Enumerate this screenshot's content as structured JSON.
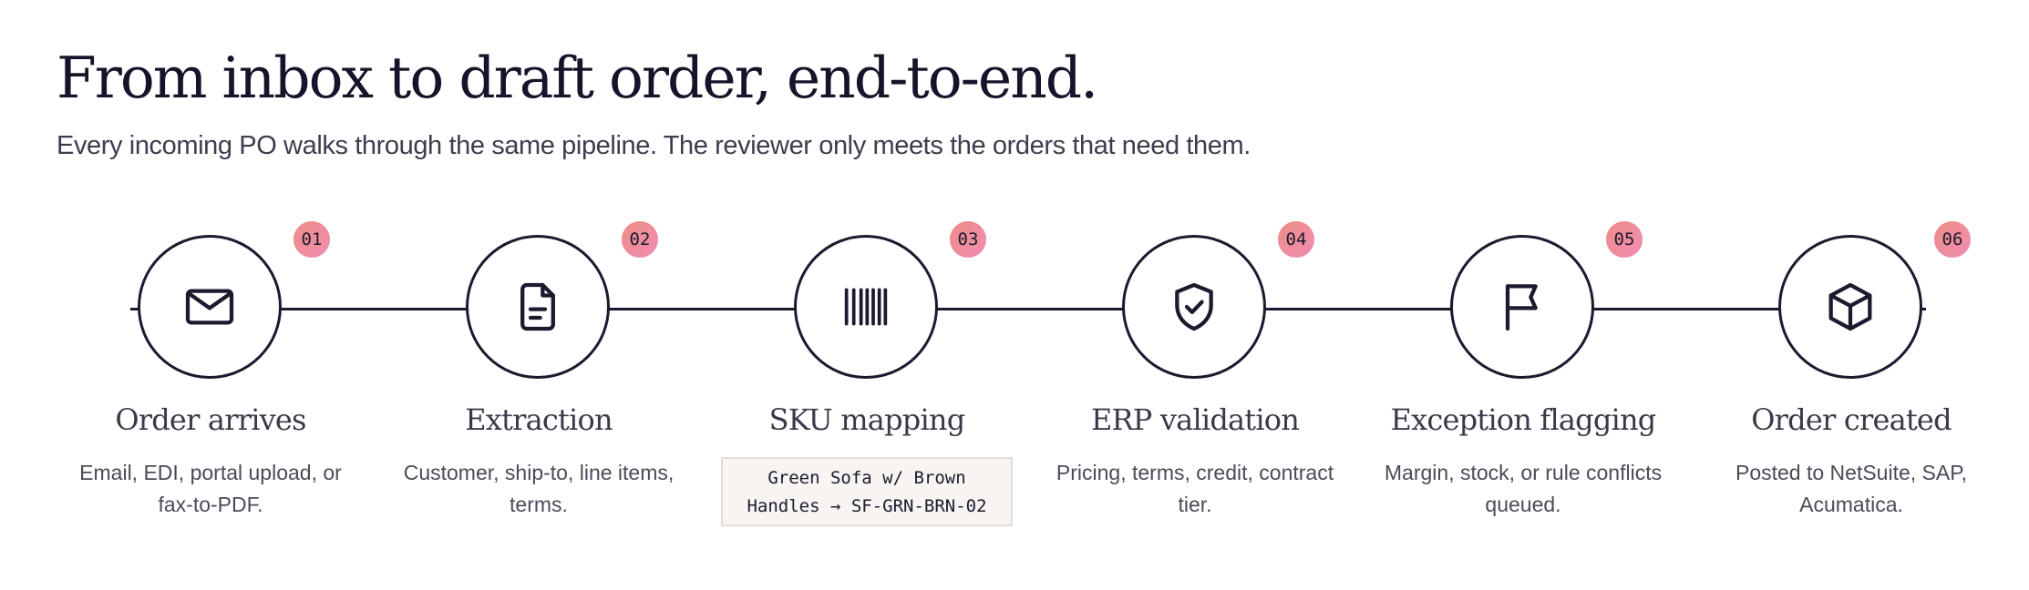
{
  "heading": {
    "title": "From inbox to draft order, end-to-end.",
    "subtitle": "Every incoming PO walks through the same pipeline. The reviewer only meets the orders that need them."
  },
  "steps": [
    {
      "number": "01",
      "icon": "mail-icon",
      "title": "Order arrives",
      "description": "Email, EDI, portal upload, or fax-to-PDF."
    },
    {
      "number": "02",
      "icon": "document-icon",
      "title": "Extraction",
      "description": "Customer, ship-to, line items, terms."
    },
    {
      "number": "03",
      "icon": "barcode-icon",
      "title": "SKU mapping",
      "code_lines": [
        "Green Sofa w/ Brown",
        "Handles → SF-GRN-BRN-02"
      ]
    },
    {
      "number": "04",
      "icon": "shield-check-icon",
      "title": "ERP validation",
      "description": "Pricing, terms, credit, contract tier."
    },
    {
      "number": "05",
      "icon": "flag-icon",
      "title": "Exception flagging",
      "description": "Margin, stock, or rule conflicts queued."
    },
    {
      "number": "06",
      "icon": "box-icon",
      "title": "Order created",
      "description": "Posted to NetSuite, SAP, Acumatica."
    }
  ]
}
